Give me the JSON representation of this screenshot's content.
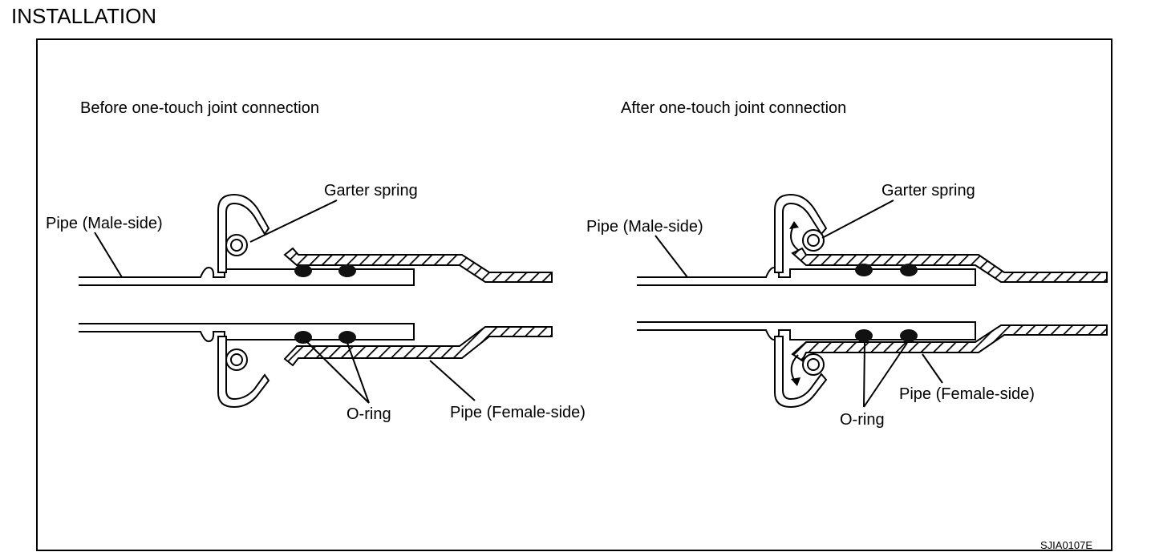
{
  "heading": "INSTALLATION",
  "before": {
    "title": "Before one-touch joint connection",
    "garter_spring": "Garter spring",
    "pipe_male": "Pipe (Male-side)",
    "o_ring": "O-ring",
    "pipe_female": "Pipe (Female-side)"
  },
  "after": {
    "title": "After one-touch joint connection",
    "garter_spring": "Garter spring",
    "pipe_male": "Pipe (Male-side)",
    "o_ring": "O-ring",
    "pipe_female": "Pipe (Female-side)"
  },
  "figure_code": "SJIA0107E"
}
